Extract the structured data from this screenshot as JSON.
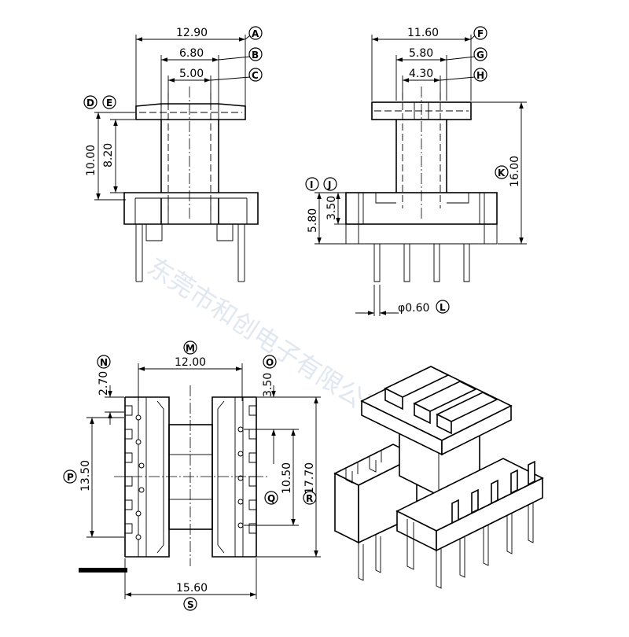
{
  "watermark": "东莞市和创电子有限公司",
  "front_view": {
    "dims": {
      "width_a": "12.90",
      "width_b": "6.80",
      "width_c": "5.00",
      "height_total": "10.00",
      "height_inner": "8.20"
    },
    "labels": {
      "a": "A",
      "b": "B",
      "c": "C",
      "d": "D",
      "e": "E"
    }
  },
  "side_view": {
    "dims": {
      "width_f": "11.60",
      "width_g": "5.80",
      "width_h": "4.30",
      "height_k": "16.00",
      "height_i": "5.80",
      "height_j": "3.50",
      "pin_dia": "φ0.60"
    },
    "labels": {
      "f": "F",
      "g": "G",
      "h": "H",
      "i": "I",
      "j": "J",
      "k": "K",
      "l": "L"
    }
  },
  "bottom_view": {
    "dims": {
      "width_m": "12.00",
      "width_s": "15.60",
      "n": "2.70",
      "o": "3.50",
      "p": "13.50",
      "q": "10.50",
      "r": "17.70"
    },
    "labels": {
      "m": "M",
      "n": "N",
      "o": "O",
      "p": "P",
      "q": "Q",
      "r": "R",
      "s": "S"
    }
  }
}
